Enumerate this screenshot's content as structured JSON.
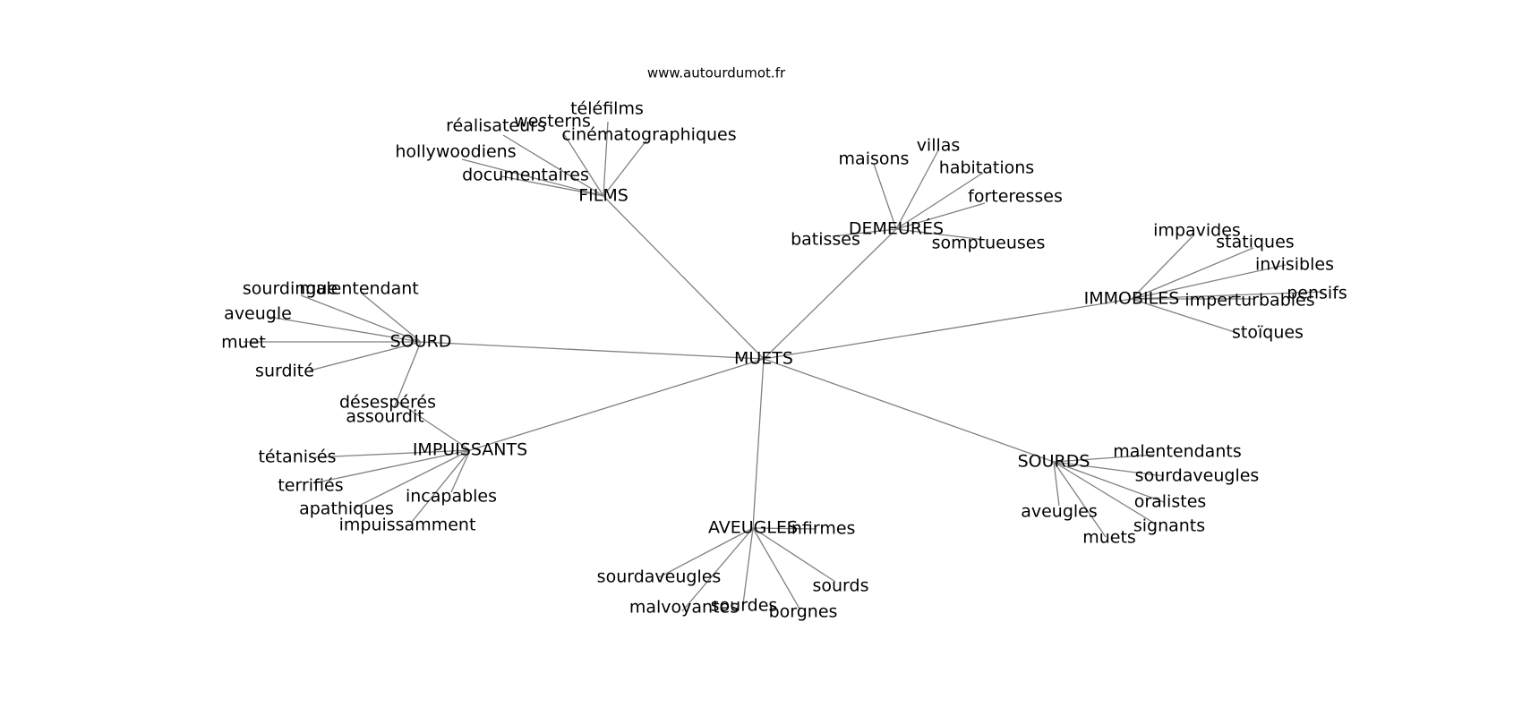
{
  "site": "www.autourdumot.fr",
  "center": "MUETS",
  "hubs": [
    {
      "key": "films",
      "label": "FILMS",
      "leaves": [
        "réalisateurs",
        "westerns",
        "téléfilms",
        "cinématographiques",
        "hollywoodiens",
        "documentaires"
      ]
    },
    {
      "key": "demeures",
      "label": "DEMEURÉS",
      "leaves": [
        "maisons",
        "villas",
        "habitations",
        "forteresses",
        "batisses",
        "somptueuses"
      ]
    },
    {
      "key": "sourd",
      "label": "SOURD",
      "leaves": [
        "sourdingue",
        "malentendant",
        "aveugle",
        "muet",
        "surdité",
        "assourdit"
      ]
    },
    {
      "key": "immobiles",
      "label": "IMMOBILES",
      "leaves": [
        "impavides",
        "statiques",
        "invisibles",
        "pensifs",
        "imperturbables",
        "stoïques"
      ]
    },
    {
      "key": "impuissants",
      "label": "IMPUISSANTS",
      "leaves": [
        "désespérés",
        "tétanisés",
        "terrifiés",
        "apathiques",
        "incapables",
        "impuissamment"
      ]
    },
    {
      "key": "aveugles",
      "label": "AVEUGLES",
      "leaves": [
        "infirmes",
        "sourdaveugles",
        "malvoyantes",
        "sourdes",
        "borgnes",
        "sourds"
      ]
    },
    {
      "key": "sourds",
      "label": "SOURDS",
      "leaves": [
        "malentendants",
        "sourdaveugles",
        "oralistes",
        "signants",
        "aveugles",
        "muets"
      ]
    }
  ]
}
